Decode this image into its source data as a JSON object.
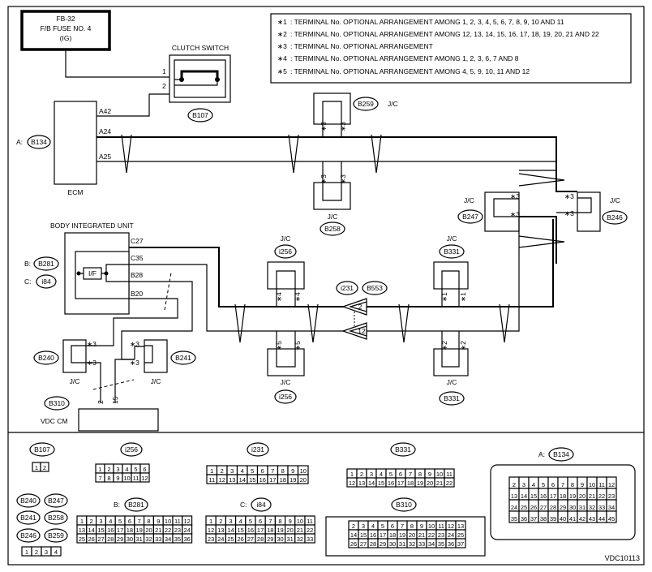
{
  "fuse": {
    "line1": "FB-32",
    "line2": "F/B FUSE NO. 4",
    "line3": "(IG)"
  },
  "notes": [
    {
      "mark": "∗1",
      "text": ": TERMINAL No. OPTIONAL ARRANGEMENT AMONG 1, 2, 3, 4, 5, 6, 7, 8, 9, 10 AND 11"
    },
    {
      "mark": "∗2",
      "text": ": TERMINAL No. OPTIONAL ARRANGEMENT AMONG 12, 13, 14, 15, 16, 17, 18, 19, 20, 21 AND 22"
    },
    {
      "mark": "∗3",
      "text": ": TERMINAL No. OPTIONAL ARRANGEMENT"
    },
    {
      "mark": "∗4",
      "text": ": TERMINAL No. OPTIONAL ARRANGEMENT AMONG 1, 2, 3, 6, 7 AND 8"
    },
    {
      "mark": "∗5",
      "text": ": TERMINAL No. OPTIONAL ARRANGEMENT AMONG 4, 5, 9, 10, 11 AND 12"
    }
  ],
  "labels": {
    "clutch_switch": "CLUTCH SWITCH",
    "b107": "B107",
    "b259": "B259",
    "b258": "B258",
    "b247": "B247",
    "b246": "B246",
    "b134": "B134",
    "b281": "B281",
    "i84": "i84",
    "i256": "i256",
    "b331": "B331",
    "i231": "i231",
    "b553": "B553",
    "b240": "B240",
    "b241": "B241",
    "b310": "B310",
    "jc": "J/C",
    "ecm": "ECM",
    "biu": "BODY INTEGRATED UNIT",
    "vdc": "VDC CM",
    "a_prefix": "A:",
    "b_prefix": "B:",
    "c_prefix": "C:",
    "if": "I/F",
    "a42": "A42",
    "a24": "A24",
    "a25": "A25",
    "c27": "C27",
    "c35": "C35",
    "b28": "B28",
    "b20": "B20",
    "pin1": "1",
    "pin2": "2",
    "pin12": "12",
    "pin15": "15",
    "s1": "∗1",
    "s2": "∗2",
    "s3": "∗3",
    "s4": "∗4",
    "s5": "∗5"
  },
  "legend": {
    "pinout_b246": [
      "1",
      "2",
      "3",
      "4"
    ],
    "figure_id": "VDC10113"
  }
}
